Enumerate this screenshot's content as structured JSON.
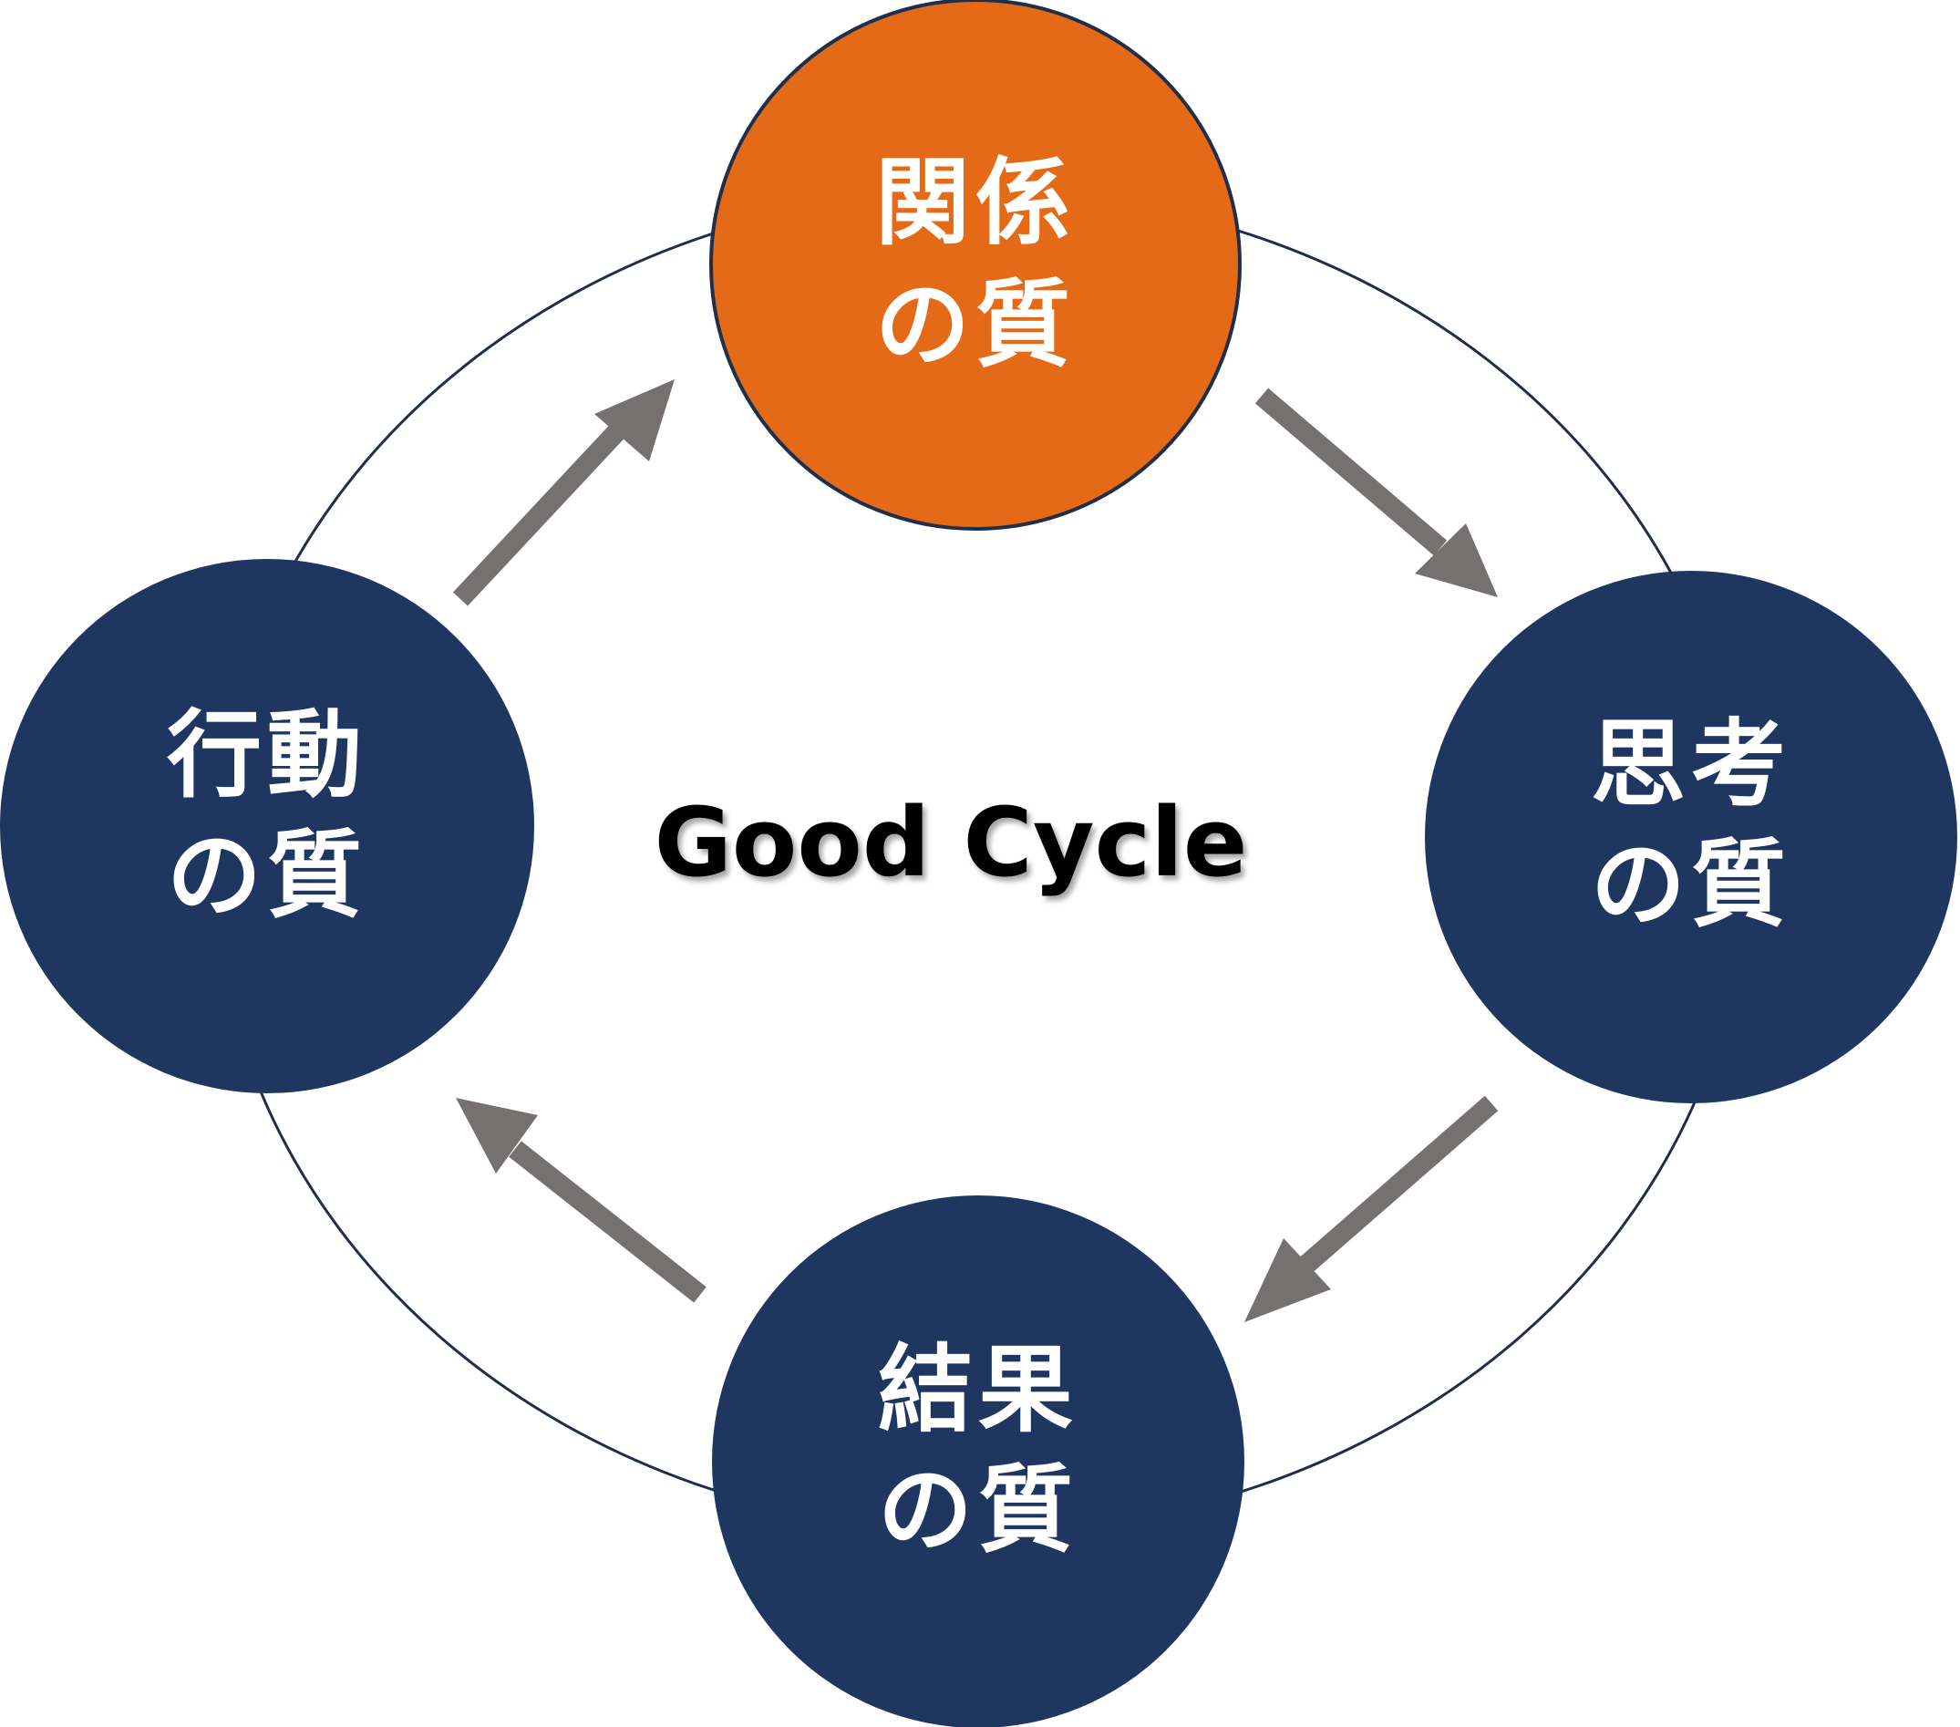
{
  "title": "Good Cycle",
  "colors": {
    "accent": "#E46A17",
    "node": "#1F3660",
    "outline": "#1F2E4A",
    "arrow": "#767171",
    "label": "#FFFFFF"
  },
  "nodes": [
    {
      "id": "relationship",
      "line1": "関係",
      "line2": "の質",
      "highlight": true
    },
    {
      "id": "thinking",
      "line1": "思考",
      "line2": "の質",
      "highlight": false
    },
    {
      "id": "result",
      "line1": "結果",
      "line2": "の質",
      "highlight": false
    },
    {
      "id": "action",
      "line1": "行動",
      "line2": "の質",
      "highlight": false
    }
  ],
  "arrows": [
    {
      "from": "relationship",
      "to": "thinking"
    },
    {
      "from": "thinking",
      "to": "result"
    },
    {
      "from": "result",
      "to": "action"
    },
    {
      "from": "action",
      "to": "relationship"
    }
  ]
}
